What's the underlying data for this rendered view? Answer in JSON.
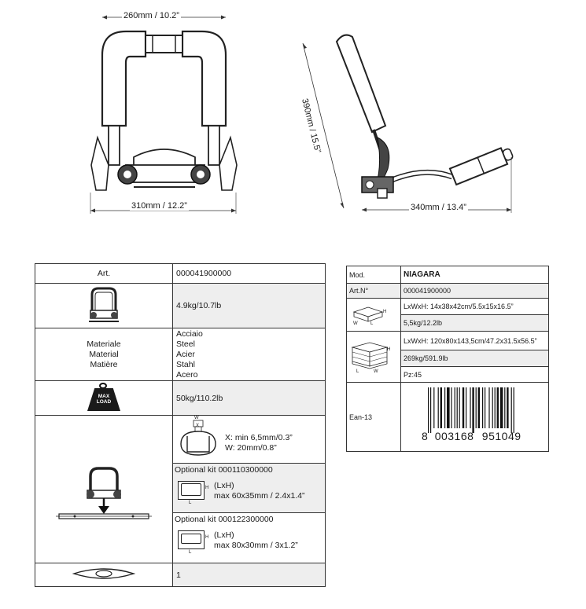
{
  "diagrams": {
    "front_width_top": "260mm / 10.2”",
    "front_width_bottom": "310mm / 12.2”",
    "side_height": "390mm / 15.5”",
    "side_length": "340mm / 13.4”"
  },
  "spec_table": {
    "art_label": "Art.",
    "art_value": "000041900000",
    "weight": "4.9kg/10.7lb",
    "material_labels": [
      "Materiale",
      "Material",
      "Matière"
    ],
    "material_values": [
      "Acciaio",
      "Steel",
      "Acier",
      "Stahl",
      "Acero"
    ],
    "max_load_icon_text": [
      "MAX",
      "LOAD"
    ],
    "max_load": "50kg/110.2lb",
    "bar_x": "X: min 6,5mm/0.3”",
    "bar_w": "W: 20mm/0.8”",
    "bar_icon_w": "W",
    "bar_icon_x": "X",
    "kit1_title": "Optional kit 000110300000",
    "kit1_lxh": "(LxH)",
    "kit1_max": "max 60x35mm / 2.4x1.4”",
    "kit2_title": "Optional kit 000122300000",
    "kit2_lxh": "(LxH)",
    "kit2_max": "max 80x30mm / 3x1.2”",
    "icon_h": "H",
    "icon_l": "L",
    "kayak_qty": "1"
  },
  "product_table": {
    "mod_label": "Mod.",
    "mod_value": "NIAGARA",
    "art_label": "Art.N°",
    "art_value": "000041900000",
    "box_dims": "LxWxH: 14x38x42cm/5.5x15x16.5”",
    "box_weight": "5,5kg/12.2lb",
    "box_icon_w": "W",
    "box_icon_l": "L",
    "box_icon_h": "H",
    "pallet_dims": "LxWxH: 120x80x143,5cm/47.2x31.5x56.5”",
    "pallet_weight": "269kg/591.9lb",
    "pallet_pcs": "Pz:45",
    "pallet_icon_l": "L",
    "pallet_icon_w": "W",
    "pallet_icon_h": "H",
    "ean_label": "Ean-13",
    "ean_digits": [
      "8",
      "003168",
      "951049"
    ]
  }
}
